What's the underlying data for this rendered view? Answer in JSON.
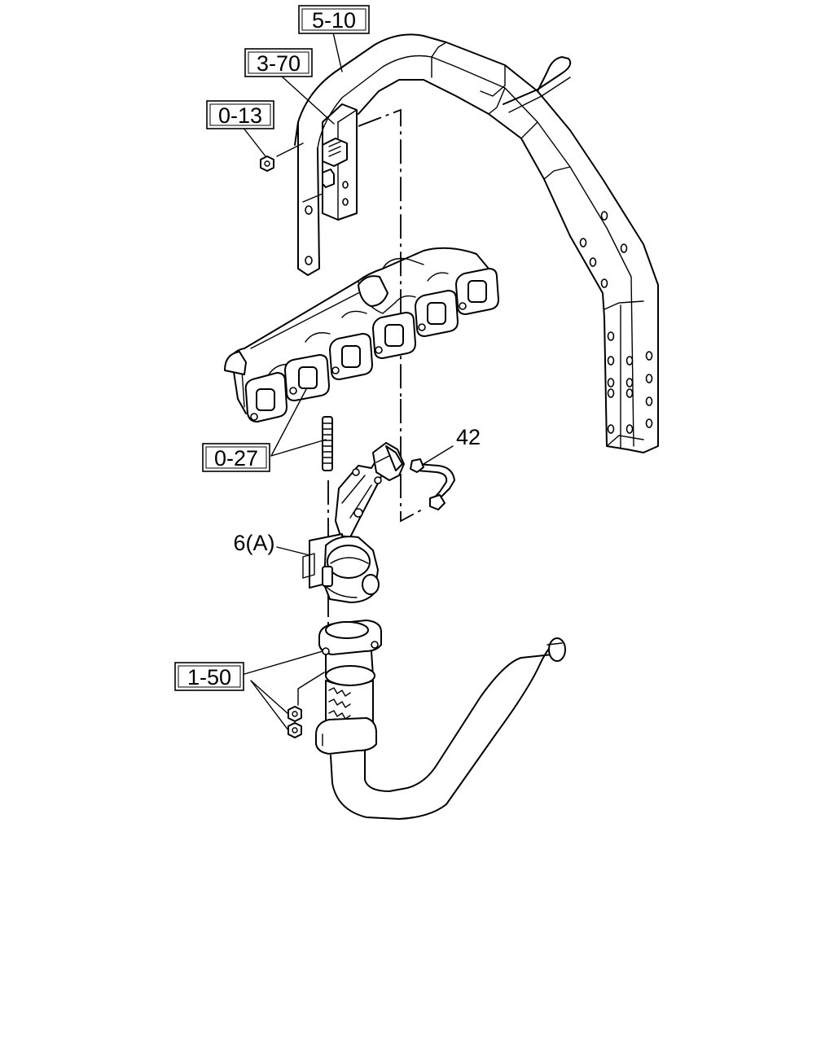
{
  "labels": {
    "ref_5_10": "5-10",
    "ref_3_70": "3-70",
    "ref_0_13": "0-13",
    "ref_0_27": "0-27",
    "part_42": "42",
    "part_6a": "6(A)",
    "ref_1_50": "1-50"
  }
}
